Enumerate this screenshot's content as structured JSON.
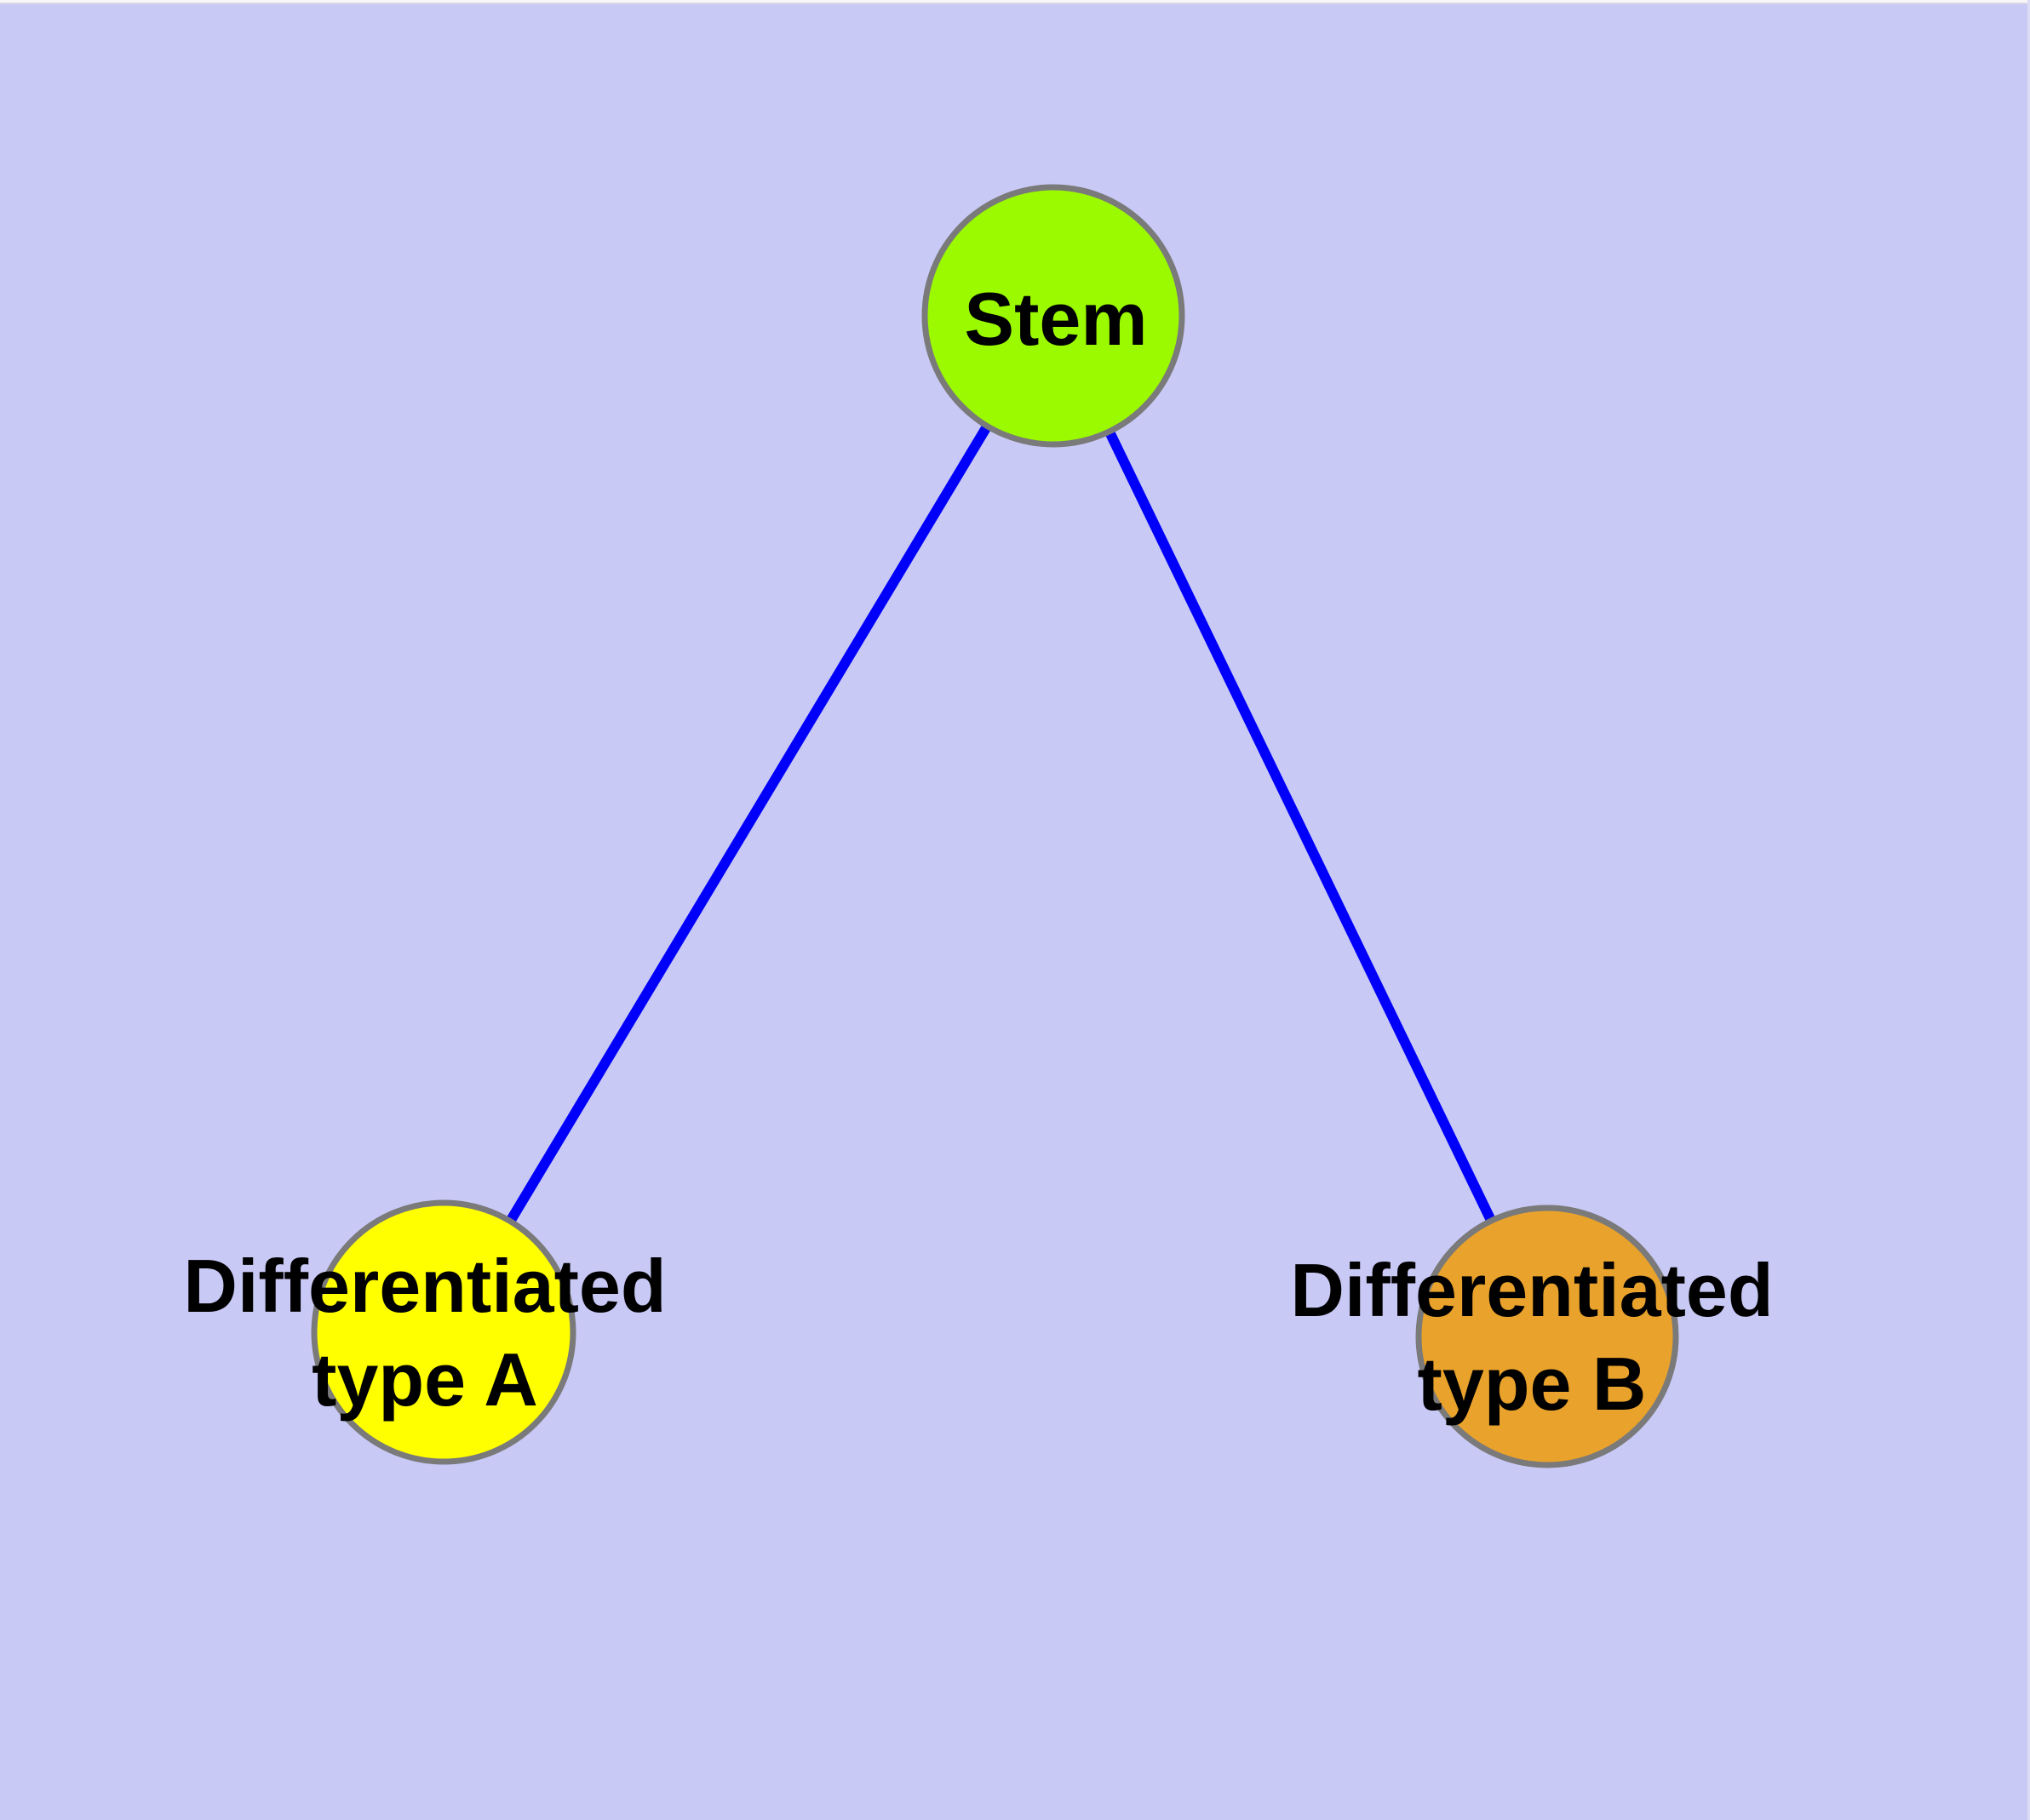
{
  "diagram": {
    "background_color": "#C9C9F6",
    "edge_color": "#0000FA",
    "node_border_color": "#7A7A7A",
    "nodes": [
      {
        "id": "stem",
        "label": "Stem",
        "color": "#9BFA00"
      },
      {
        "id": "differentiated-type-a",
        "label": "Differentiated\ntype A",
        "color": "#FFFF00"
      },
      {
        "id": "differentiated-type-b",
        "label": "Differentiated\ntype B",
        "color": "#E9A22B"
      }
    ],
    "edges": [
      {
        "from": "stem",
        "to": "differentiated-type-a"
      },
      {
        "from": "stem",
        "to": "differentiated-type-b"
      }
    ]
  }
}
